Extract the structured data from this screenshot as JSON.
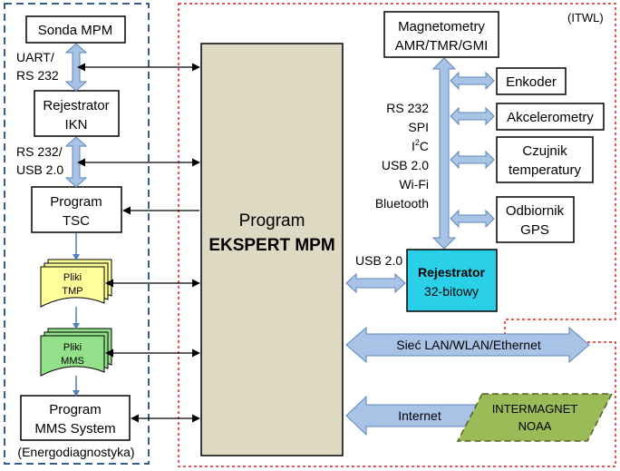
{
  "left_panel": {
    "sonda": "Sonda MPM",
    "uart_1": "UART/",
    "uart_2": "RS 232",
    "rejestrator_1": "Rejestrator",
    "rejestrator_2": "IKN",
    "usb_1": "RS 232/",
    "usb_2": "USB 2.0",
    "tsc_1": "Program",
    "tsc_2": "TSC",
    "tmp_1": "Pliki",
    "tmp_2": "TMP",
    "mms_1": "Pliki",
    "mms_2": "MMS",
    "mmssys_1": "Program",
    "mmssys_2": "MMS System",
    "energo": "(Energodiagnostyka)"
  },
  "center": {
    "program": "Program",
    "ekspert": "EKSPERT MPM"
  },
  "right_panel": {
    "itwl": "(ITWL)",
    "magneto_1": "Magnetometry",
    "magneto_2": "AMR/TMR/GMI",
    "enkoder": "Enkoder",
    "akcel": "Akcelerometry",
    "czujnik_1": "Czujnik",
    "czujnik_2": "temperatury",
    "odbiornik_1": "Odbiornik",
    "odbiornik_2": "GPS",
    "iface_rs232": "RS 232",
    "iface_spi": "SPI",
    "iface_i2c_base": "I",
    "iface_i2c_sup": "2",
    "iface_i2c_end": "C",
    "iface_usb": "USB 2.0",
    "iface_wifi": "Wi-Fi",
    "iface_bt": "Bluetooth",
    "usb_link": "USB 2.0",
    "rej_1": "Rejestrator",
    "rej_2": "32-bitowy"
  },
  "network": {
    "lan": "Sieć LAN/WLAN/Ethernet",
    "internet": "Internet",
    "intermagnet_1": "INTERMAGNET",
    "intermagnet_2": "NOAA"
  },
  "colors": {
    "arrow_fill": "#a9c3e6",
    "arrow_stroke": "#5b86bd",
    "program_fill": "#ddd9c3",
    "rejestrator_fill": "#2ad0e8",
    "tmp_fill": "#ffff99",
    "mms_fill": "#92e08a",
    "intermagnet_fill": "#9bbb59",
    "left_border": "#355e91",
    "right_border": "#e0201a"
  }
}
